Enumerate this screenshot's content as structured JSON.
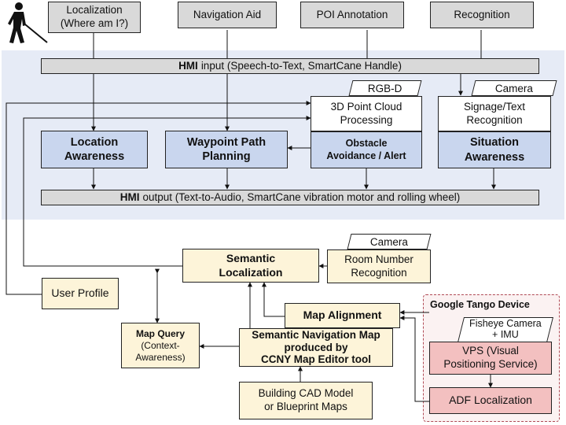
{
  "modules": {
    "localization": "Localization\n(Where am I?)",
    "navigation_aid": "Navigation Aid",
    "poi_annotation": "POI Annotation",
    "recognition": "Recognition"
  },
  "hmi_input": {
    "bold": "HMI",
    "text": "input (Speech-to-Text, SmartCane Handle)"
  },
  "hmi_output": {
    "bold": "HMI",
    "text": "output (Text-to-Audio, SmartCane vibration motor and rolling wheel)"
  },
  "sensors": {
    "rgbd": "RGB-D",
    "camera": "Camera",
    "camera2": "Camera",
    "fisheye": "Fisheye Camera\n+ IMU"
  },
  "processing": {
    "point_cloud": "3D Point Cloud\nProcessing",
    "signage": "Signage/Text\nRecognition"
  },
  "awareness": {
    "location": "Location\nAwareness",
    "waypoint": "Waypoint Path\nPlanning",
    "obstacle": "Obstacle\nAvoidance / Alert",
    "situation": "Situation\nAwareness"
  },
  "lower": {
    "semantic_localization": "Semantic\nLocalization",
    "room_number": "Room Number\nRecognition",
    "user_profile": "User Profile",
    "map_alignment": "Map Alignment",
    "map_query_title": "Map Query",
    "map_query_sub": "(Context-\nAwareness)",
    "semantic_map": "Semantic Navigation Map\nproduced by\nCCNY Map Editor tool",
    "building_cad": "Building CAD Model\nor Blueprint Maps"
  },
  "tango": {
    "title": "Google Tango Device",
    "vps": "VPS (Visual\nPositioning Service)",
    "adf": "ADF Localization"
  },
  "icons": {
    "person": "blind-person-with-cane-icon"
  }
}
